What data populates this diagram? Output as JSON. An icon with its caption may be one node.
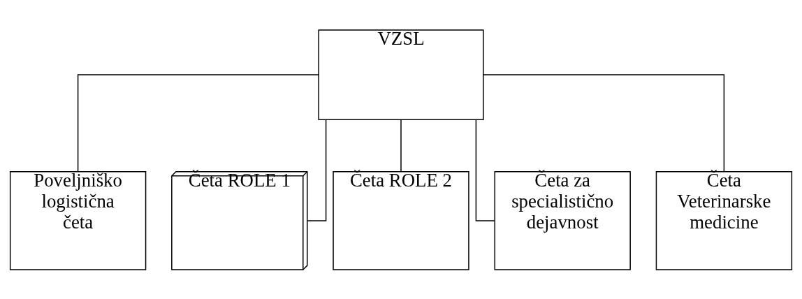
{
  "diagram": {
    "nodes": [
      {
        "text": [
          "VZSL"
        ]
      },
      {
        "text": [
          "Poveljniško logistična četa"
        ]
      },
      {
        "text": [
          "Četa ROLE 1"
        ]
      },
      {
        "text": [
          "Četa ROLE 2"
        ]
      },
      {
        "text": [
          "Četa za specialistično dejavnost"
        ]
      },
      {
        "text": [
          "Četa Veterinarske medicine"
        ]
      }
    ],
    "edges": [
      {
        "from": 0,
        "to": 1,
        "arrow": "none"
      },
      {
        "from": 0,
        "to": 2,
        "arrow": "none"
      },
      {
        "from": 0,
        "to": 3,
        "arrow": "none"
      },
      {
        "from": 0,
        "to": 4,
        "arrow": "none"
      },
      {
        "from": 0,
        "to": 5,
        "arrow": "none"
      }
    ]
  }
}
